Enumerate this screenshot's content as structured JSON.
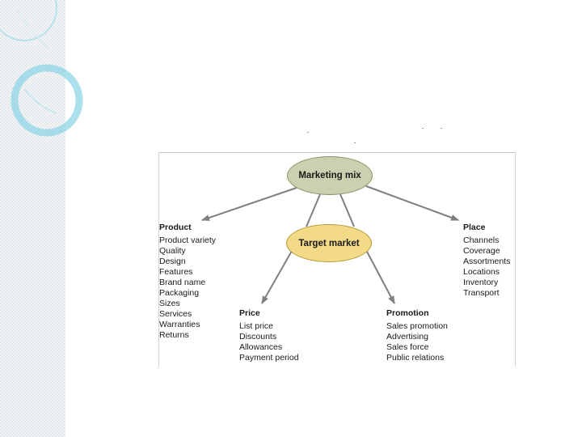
{
  "diagram": {
    "center": "Marketing mix",
    "target": "Target market",
    "groups": {
      "product": {
        "title": "Product",
        "items": [
          "Product variety",
          "Quality",
          "Design",
          "Features",
          "Brand name",
          "Packaging",
          "Sizes",
          "Services",
          "Warranties",
          "Returns"
        ]
      },
      "place": {
        "title": "Place",
        "items": [
          "Channels",
          "Coverage",
          "Assortments",
          "Locations",
          "Inventory",
          "Transport"
        ]
      },
      "price": {
        "title": "Price",
        "items": [
          "List price",
          "Discounts",
          "Allowances",
          "Payment period"
        ]
      },
      "promotion": {
        "title": "Promotion",
        "items": [
          "Sales promotion",
          "Advertising",
          "Sales force",
          "Public relations"
        ]
      }
    }
  },
  "colors": {
    "marketing_mix_fill": "#c9d1b0",
    "target_market_fill": "#f3da86",
    "arrow": "#7f7f7f",
    "accent_circle": "#8fd6e6"
  }
}
